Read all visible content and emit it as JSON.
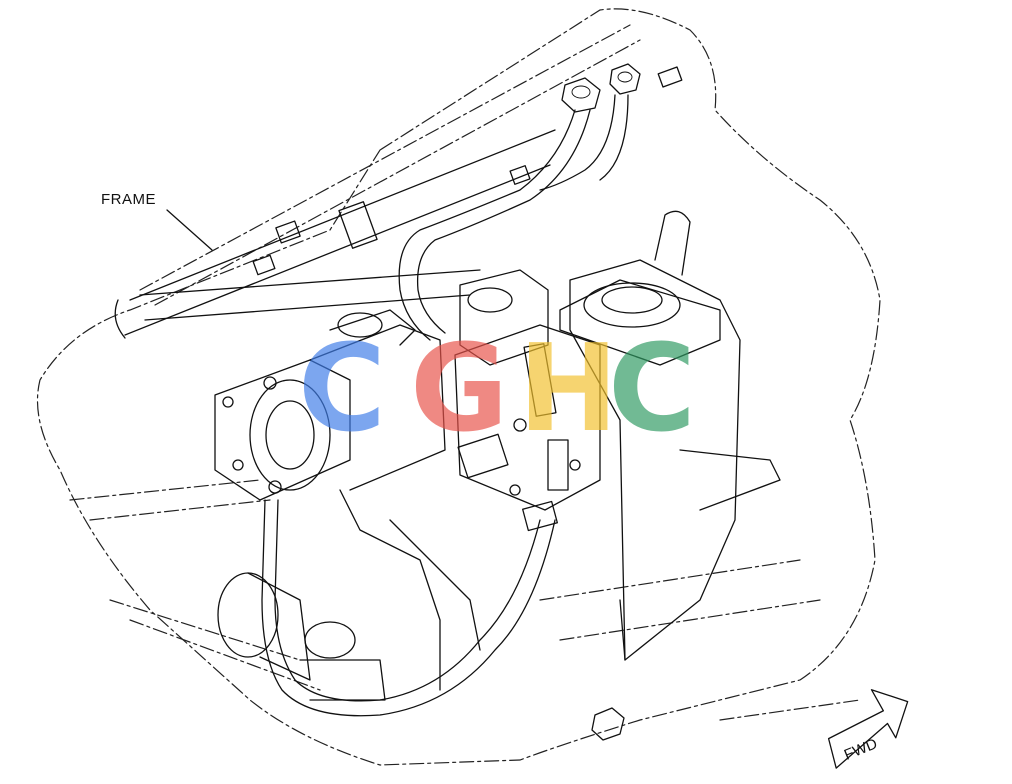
{
  "diagram": {
    "callout_label": "FRAME",
    "direction_arrow_label": "FWD"
  },
  "watermark": {
    "letters": [
      {
        "char": "C",
        "color": "#3f7de8"
      },
      {
        "char": "G",
        "color": "#e8524a"
      },
      {
        "char": "H",
        "color": "#f2c12e"
      },
      {
        "char": "C",
        "color": "#2f9a62"
      }
    ]
  }
}
